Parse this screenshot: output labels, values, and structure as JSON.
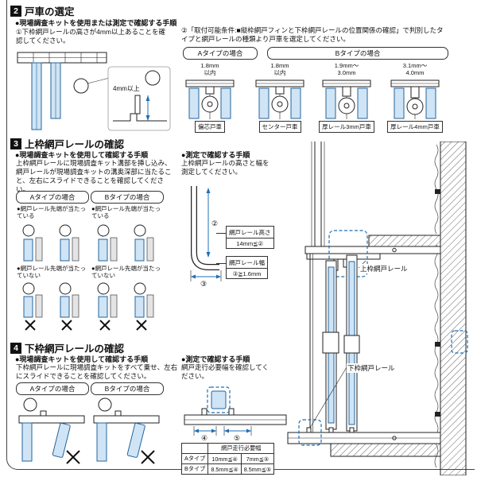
{
  "colors": {
    "profile_blue": "#cfe4f5",
    "profile_blue_line": "#24649c",
    "highlight_blue": "#1f6fb5",
    "line": "#222222"
  },
  "s2": {
    "num": "2",
    "title": "戸車の選定",
    "kit_header": "●現場調査キットを使用または測定で確認する手順",
    "note1": "①下枠網戸レールの高さが4mm以上あることを確認してください。",
    "note2": "②「取付可能条件:■縦枠網戸フィンと下枠網戸レールの位置関係の確認」で判別したタイプと網戸レールの種類より戸車を選定してください。",
    "dim_label": "4mm以上",
    "type_a": "Aタイプの場合",
    "type_b": "Bタイプの場合",
    "rollers": [
      {
        "dim1": "1.8mm",
        "dim2": "以内",
        "name": "偏芯戸車"
      },
      {
        "dim1": "1.8mm",
        "dim2": "以内",
        "name": "センター戸車"
      },
      {
        "dim1": "1.9mm～",
        "dim2": "3.0mm",
        "name": "厚レール3mm戸車"
      },
      {
        "dim1": "3.1mm～",
        "dim2": "4.0mm",
        "name": "厚レール4mm戸車"
      }
    ]
  },
  "s3": {
    "num": "3",
    "title": "上枠網戸レールの確認",
    "kit_header": "●現場調査キットを使用して確認する手順",
    "kit_text": "上枠網戸レールに現場調査キット溝部を挿し込み、網戸レールが現場調査キットの溝奥深部に当たること、左右にスライドできることを確認してください。",
    "type_a": "Aタイプの場合",
    "type_b": "Bタイプの場合",
    "ok_text": "●網戸レール先端が当たっている",
    "ng_text": "●網戸レール先端が当たっていない",
    "measure_header": "●測定で確認する手順",
    "measure_text": "上枠網戸レールの高さと幅を測定してください。",
    "height_label": "網戸レール高さ",
    "height_value": "14mm≦②",
    "width_label": "網戸レール幅",
    "width_value": "③≧1.6mm",
    "dim2": "②",
    "dim3": "③",
    "upper_rail_label": "上枠網戸レール"
  },
  "s4": {
    "num": "4",
    "title": "下枠網戸レールの確認",
    "kit_header": "●現場調査キットを使用して確認する手順",
    "kit_text": "下枠網戸レールに現場調査キットをすべて乗せ、左右にスライドできることを確認してください。",
    "type_a": "Aタイプの場合",
    "type_b": "Bタイプの場合",
    "measure_header": "●測定で確認する手順",
    "measure_text": "網戸走行必要幅を確認してください。",
    "dim4": "④",
    "dim5": "⑤",
    "lower_rail_label": "下枠網戸レール",
    "table": {
      "title": "網戸走行必要幅",
      "rows": [
        {
          "type": "Aタイプ",
          "v4": "10mm≦④",
          "v5": "7mm≦⑤"
        },
        {
          "type": "Bタイプ",
          "v4": "8.5mm≦④",
          "v5": "8.5mm≦⑤"
        }
      ]
    }
  }
}
